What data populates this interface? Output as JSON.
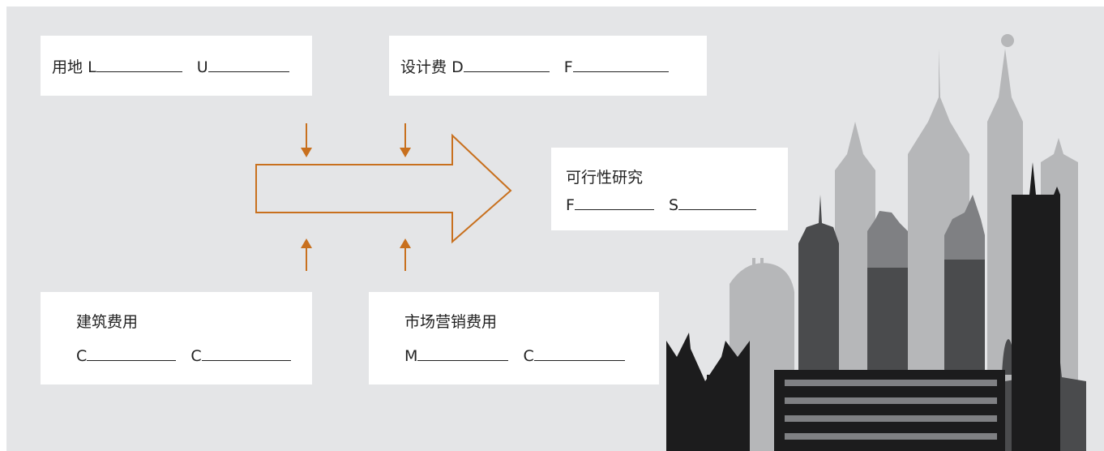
{
  "colors": {
    "background": "#e4e5e7",
    "card": "#ffffff",
    "arrow": "#c8701e",
    "text": "#222222",
    "skyline_light": "#b6b7b9",
    "skyline_mid": "#7f8083",
    "skyline_dark": "#4a4b4d",
    "skyline_black": "#1c1c1d"
  },
  "icons": [
    "big-arrow-outline-icon",
    "down-arrow-icon",
    "up-arrow-icon",
    "city-skyline-illustration"
  ],
  "cards": {
    "land": {
      "title": "用地",
      "label1": "L",
      "label2": "U"
    },
    "design": {
      "title": "设计费",
      "label1": "D",
      "label2": "F"
    },
    "feasibility": {
      "title": "可行性研究",
      "label1": "F",
      "label2": "S"
    },
    "construction": {
      "title": "建筑费用",
      "label1": "C",
      "label2": "C"
    },
    "marketing": {
      "title": "市场营销费用",
      "label1": "M",
      "label2": "C"
    }
  }
}
